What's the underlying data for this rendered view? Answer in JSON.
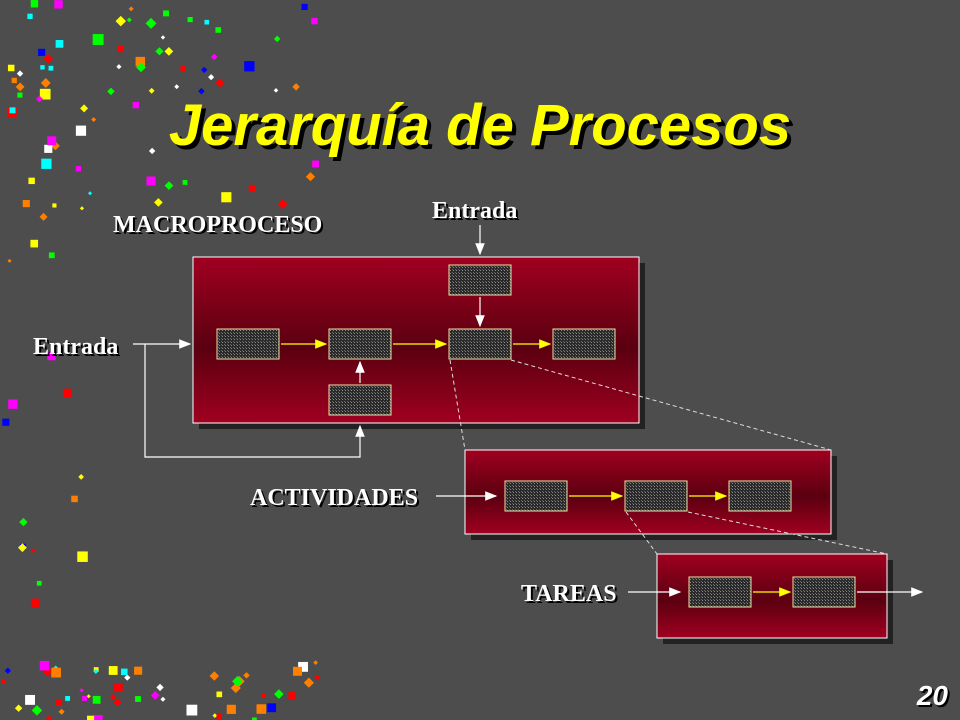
{
  "slide": {
    "title": "Jerarquía de Procesos",
    "page_number": "20"
  },
  "labels": {
    "macroproceso": "MACROPROCESO",
    "entrada_top": "Entrada",
    "entrada_left": "Entrada",
    "actividades": "ACTIVIDADES",
    "tareas": "TAREAS"
  },
  "colors": {
    "background": "#4d4d4d",
    "title": "#ffff00",
    "panel_dark": "#5a0010",
    "panel_light": "#a00020",
    "connector": "#ffff00"
  }
}
